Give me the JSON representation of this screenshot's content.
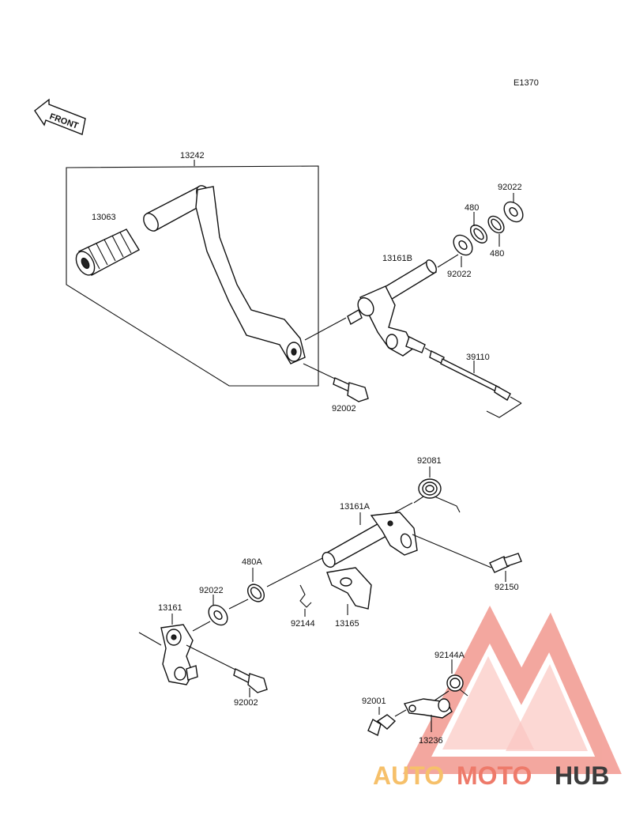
{
  "diagram_code": "E1370",
  "front_label": "FRONT",
  "parts": {
    "p13242": "13242",
    "p13063": "13063",
    "p13161B": "13161B",
    "p480_top": "480",
    "p480_bottom": "480",
    "p92022_top": "92022",
    "p92022_mid": "92022",
    "p39110": "39110",
    "p92002_top": "92002",
    "p92081": "92081",
    "p13161A": "13161A",
    "p480A": "480A",
    "p92022_low": "92022",
    "p13161": "13161",
    "p92144": "92144",
    "p13165": "13165",
    "p92150": "92150",
    "p92002_low": "92002",
    "p92144A": "92144A",
    "p92001": "92001",
    "p13236": "13236"
  },
  "watermark": {
    "part1": "AUTO",
    "part2": "MOTO",
    "part3": "HUB",
    "colors": {
      "triangle": "#f08a80",
      "auto": "#f6c06a",
      "moto": "#ee7a6a",
      "hub": "#3c3c3c"
    }
  }
}
